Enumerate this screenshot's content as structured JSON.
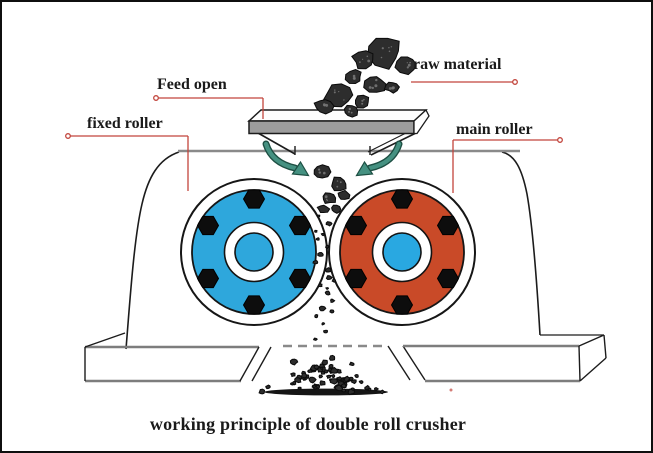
{
  "diagram": {
    "caption": "working principle of double roll crusher",
    "callouts": {
      "feed_open": "Feed open",
      "fixed_roller": "fixed roller",
      "raw_material": "raw material",
      "main_roller": "main roller"
    },
    "colors": {
      "fixed_roller_fill": "#2EA7DC",
      "main_roller_fill": "#C94A28",
      "hub_center_fill": "#29A8E1",
      "flow_arrow": "#459181",
      "flow_arrow_outline": "#1d4f43",
      "callout_line": "#C2453C",
      "hopper_plate_gray": "#9C9C9C",
      "machine_line_gray": "#8a8a8a",
      "rock_fill": "#2d2d2d",
      "outline_black": "#1c1c1c"
    },
    "icons": {
      "flow_arrow_left": "curved-arrow-down-right",
      "flow_arrow_right": "curved-arrow-down-left",
      "raw_material_rocks": "coal-lump-cluster",
      "crushed_material": "fine-particle-stream-and-pile",
      "roller_bolts": "hex-bolt"
    }
  }
}
